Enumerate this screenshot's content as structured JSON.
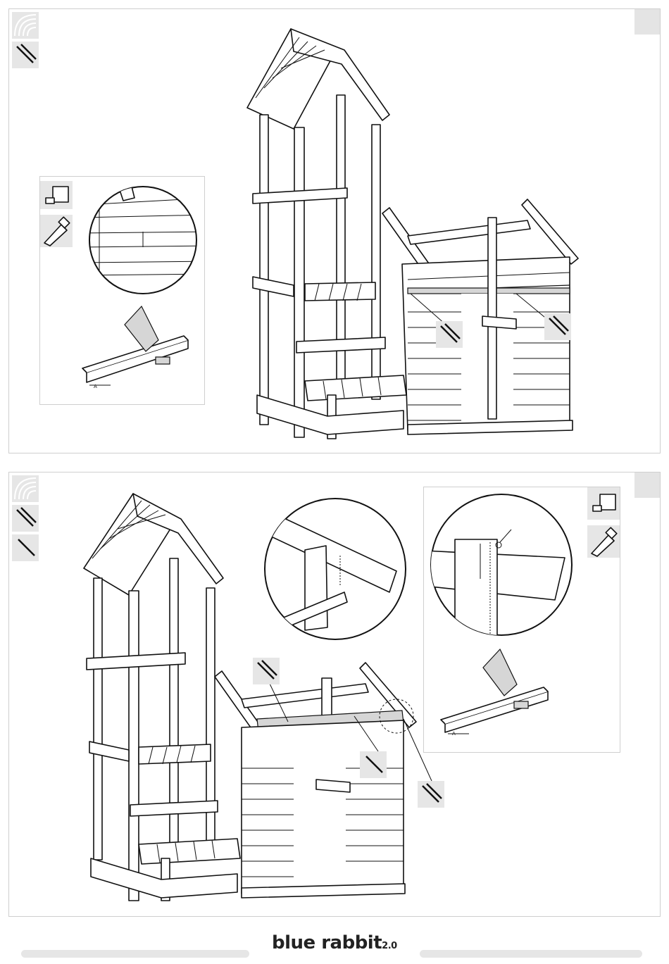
{
  "brand": {
    "name": "blue rabbit",
    "version": "2.0"
  },
  "icons": {
    "panel_top": [
      "wood-grain-icon",
      "screws-icon"
    ],
    "panel_top_detail": [
      "measure-square-icon",
      "saw-icon"
    ],
    "panel_bottom": [
      "wood-grain-icon",
      "screws-icon",
      "screw-icon"
    ],
    "panel_bottom_detail": [
      "measure-square-icon",
      "saw-icon"
    ]
  },
  "labels": {
    "cut_dimension_top": "A",
    "cut_dimension_bottom": "A"
  },
  "colors": {
    "line": "#111111",
    "highlight": "#d6d6d6",
    "icon_bg": "#e6e6e6",
    "border": "#cfcfcf"
  }
}
